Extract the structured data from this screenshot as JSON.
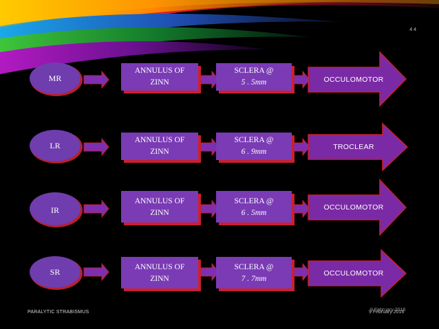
{
  "page_number": "4  4",
  "footer": {
    "left": "PARALYTIC STRABISMUS",
    "right": "9 February 2016",
    "right_ghost": "9 February 2016"
  },
  "colors": {
    "circle_fill": "#6f3dad",
    "box_fill": "#7a3bb5",
    "box_shadow": "#cc1f2c",
    "arrow_fill": "#7b2aa6",
    "arrow_outline": "#c81f2a",
    "connector_arrow": "#7d2fb0"
  },
  "rows": [
    {
      "muscle": "MR",
      "origin_line1": "ANNULUS OF",
      "origin_line2": "ZINN",
      "insertion_line1": "SCLERA @",
      "insertion_line2": "5 . 5mm",
      "nerve": "OCCULOMOTOR"
    },
    {
      "muscle": "LR",
      "origin_line1": "ANNULUS OF",
      "origin_line2": "ZINN",
      "insertion_line1": "SCLERA @",
      "insertion_line2": "6 . 9mm",
      "nerve": "TROCLEAR"
    },
    {
      "muscle": "IR",
      "origin_line1": "ANNULUS OF",
      "origin_line2": "ZINN",
      "insertion_line1": "SCLERA @",
      "insertion_line2": "6 . 5mm",
      "nerve": "OCCULOMOTOR"
    },
    {
      "muscle": "SR",
      "origin_line1": "ANNULUS OF",
      "origin_line2": "ZINN",
      "insertion_line1": "SCLERA @",
      "insertion_line2": "7 . 7mm",
      "nerve": "OCCULOMOTOR"
    }
  ]
}
